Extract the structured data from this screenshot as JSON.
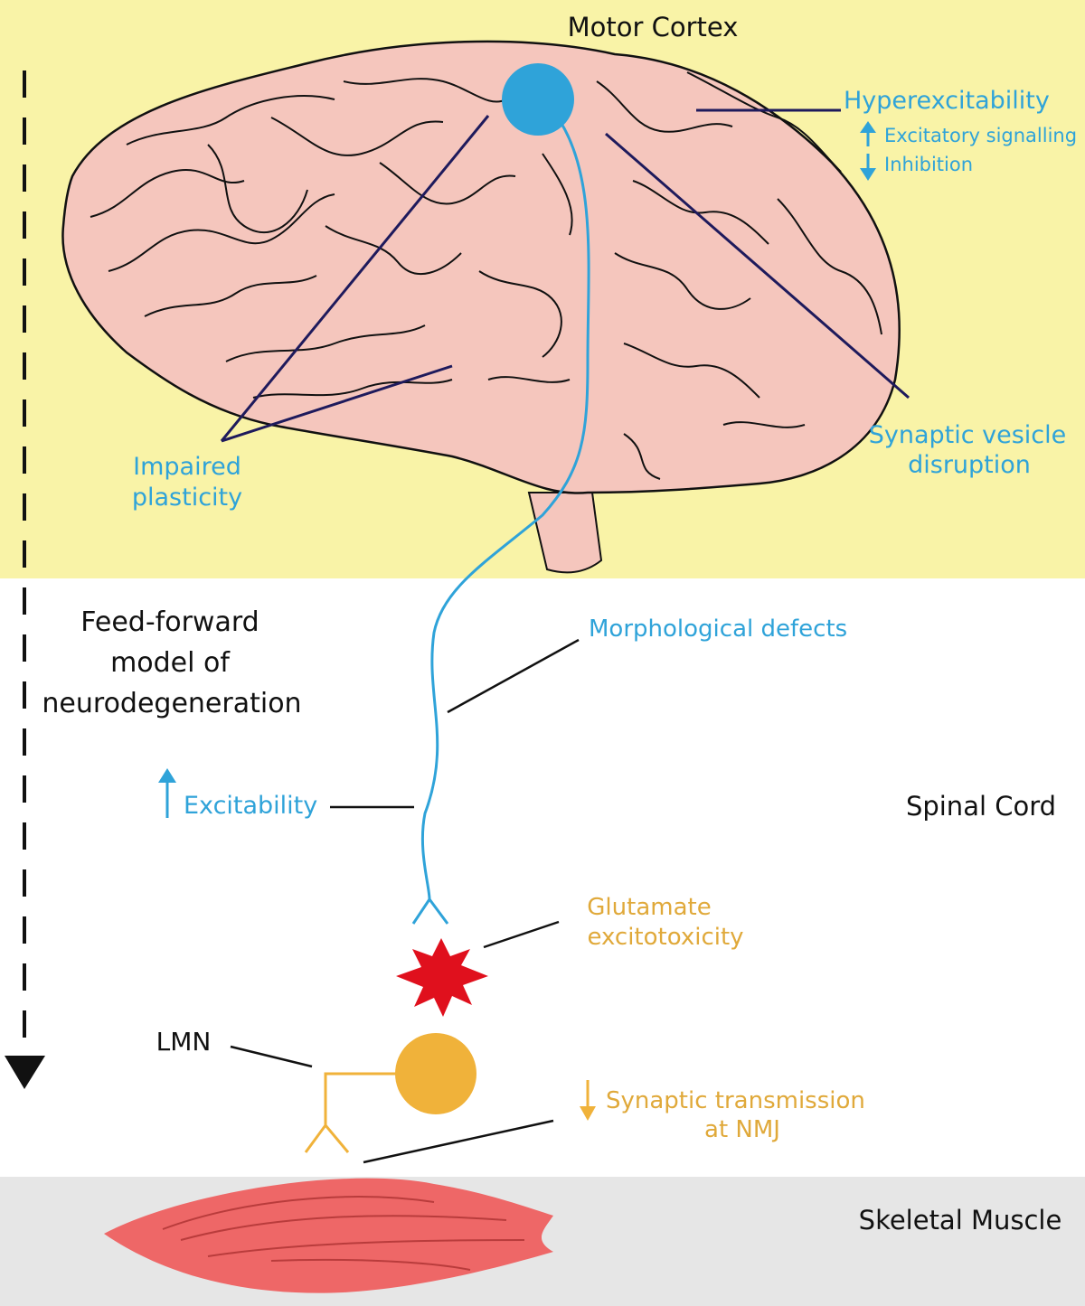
{
  "regions": {
    "motor_cortex": "Motor Cortex",
    "spinal_cord": "Spinal Cord",
    "skeletal_muscle": "Skeletal Muscle"
  },
  "model_title": [
    "Feed-forward",
    "model of",
    "neurodegeneration"
  ],
  "annotations": {
    "hyperexcitability": "Hyperexcitability",
    "excitatory_signalling": "Excitatory signalling",
    "inhibition": "Inhibition",
    "synaptic_vesicle": [
      "Synaptic vesicle",
      "disruption"
    ],
    "impaired_plasticity": [
      "Impaired",
      "plasticity"
    ],
    "morphological_defects": "Morphological defects",
    "excitability": "Excitability",
    "glutamate": [
      "Glutamate",
      "excitotoxicity"
    ],
    "lmn": "LMN",
    "synaptic_transmission": [
      "Synaptic transmission",
      "at NMJ"
    ]
  },
  "colors": {
    "cortex_bg": "#f9f3a7",
    "muscle_bg": "#e6e6e6",
    "brain_fill": "#f5c6bd",
    "upper_neuron": "#2fa3d9",
    "lower_neuron": "#f0b23a",
    "annotation_dark": "#1e1a5c",
    "excitotoxic_star": "#e0101d",
    "muscle": "#ee6767"
  }
}
